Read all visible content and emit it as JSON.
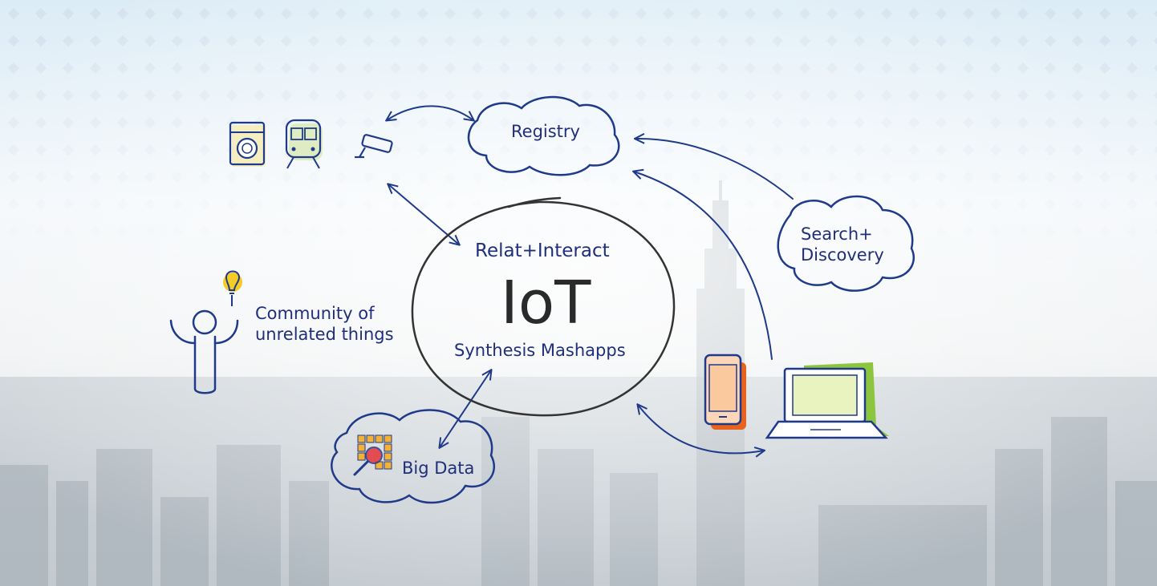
{
  "diagram": {
    "center": {
      "top_text": "Relat+Interact",
      "main_text": "IoT",
      "bottom_text": "Synthesis Mashapps"
    },
    "nodes": {
      "registry": "Registry",
      "search_line1": "Search+",
      "search_line2": "Discovery",
      "community_line1": "Community of",
      "community_line2": "unrelated things",
      "big_data": "Big Data"
    }
  },
  "colors": {
    "ink": "#1f3a8a",
    "text": "#1f2f7a",
    "center_ring": "#333333",
    "phone_accent": "#e8641e",
    "laptop_accent": "#8cc63f",
    "bulb": "#f5c400"
  }
}
